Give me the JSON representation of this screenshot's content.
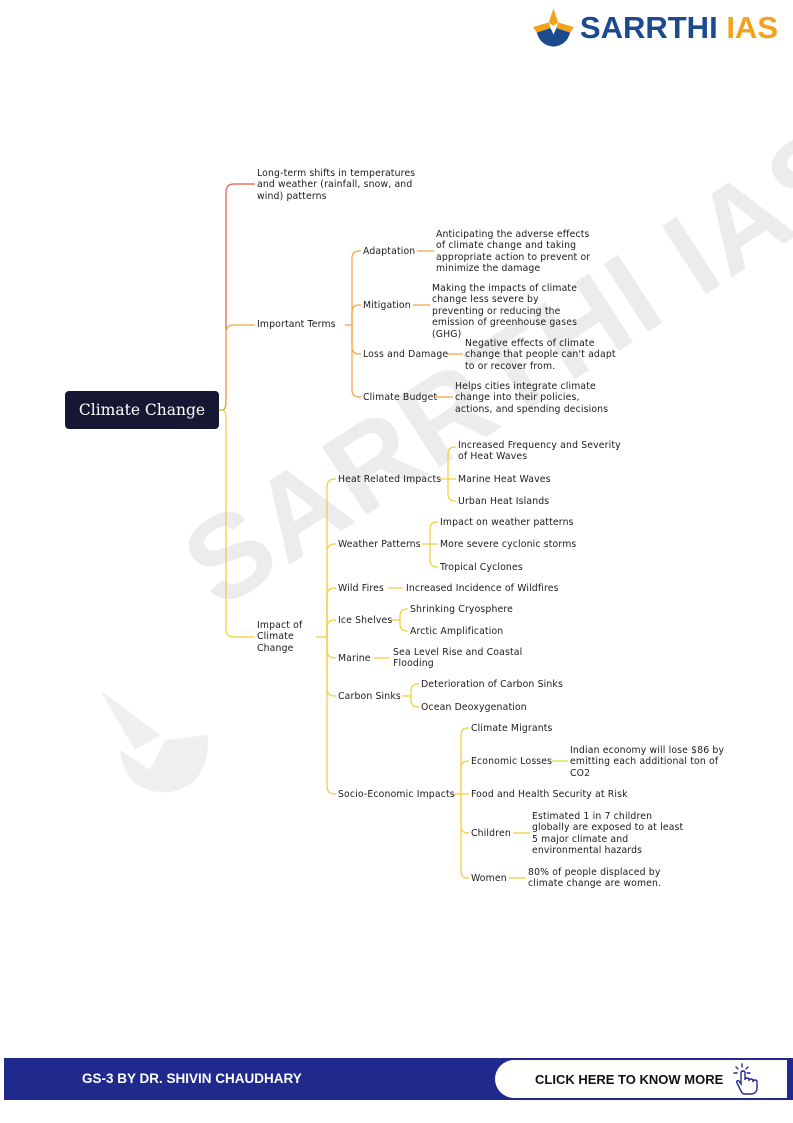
{
  "brand": {
    "word1": "SARRTHI",
    "word2": "IAS",
    "watermark": "SARRTHI IAS"
  },
  "mindmap": {
    "root": "Climate Change",
    "definition": "Long-term shifts in temperatures and weather (rainfall, snow, and wind) patterns",
    "important_terms": {
      "label": "Important Terms",
      "items": [
        {
          "label": "Adaptation",
          "desc": "Anticipating the adverse effects of climate change and taking appropriate action to prevent or minimize the damage"
        },
        {
          "label": "Mitigation",
          "desc": "Making the impacts of climate change less severe by preventing or reducing the emission of greenhouse gases (GHG)"
        },
        {
          "label": "Loss and Damage",
          "desc": "Negative effects of climate change that people can't adapt to or recover from."
        },
        {
          "label": "Climate Budget",
          "desc": "Helps cities integrate climate change into their policies, actions, and spending decisions"
        }
      ]
    },
    "impact": {
      "label": "Impact of Climate Change",
      "heat": {
        "label": "Heat Related Impacts",
        "items": [
          "Increased Frequency and Severity of Heat Waves",
          "Marine Heat Waves",
          "Urban Heat Islands"
        ]
      },
      "weather": {
        "label": "Weather Patterns",
        "items": [
          "Impact on weather patterns",
          "More severe cyclonic storms",
          "Tropical Cyclones"
        ]
      },
      "wildfires": {
        "label": "Wild Fires",
        "item": "Increased Incidence of Wildfires"
      },
      "ice": {
        "label": "Ice Shelves",
        "items": [
          "Shrinking Cryosphere",
          "Arctic Amplification"
        ]
      },
      "marine": {
        "label": "Marine",
        "item": "Sea Level Rise and Coastal Flooding"
      },
      "carbon": {
        "label": "Carbon Sinks",
        "items": [
          "Deterioration of Carbon Sinks",
          "Ocean Deoxygenation"
        ]
      },
      "socio": {
        "label": "Socio-Economic Impacts",
        "migrants": "Climate Migrants",
        "economic": {
          "label": "Economic Losses",
          "desc": "Indian economy will lose $86 by emitting each additional ton of CO2"
        },
        "food": "Food and Health Security at Risk",
        "children": {
          "label": "Children",
          "desc": "Estimated 1 in 7 children globally are exposed to at least 5 major climate and environmental hazards"
        },
        "women": {
          "label": "Women",
          "desc": "80% of people displaced by climate change are women."
        }
      }
    }
  },
  "footer": {
    "left": "GS-3 BY DR. SHIVIN CHAUDHARY",
    "button": "CLICK HERE TO KNOW MORE"
  },
  "colors": {
    "navy": "#161833",
    "brand_blue": "#1c4a8e",
    "brand_gold": "#f3a31a",
    "line_red": "#e25a4a",
    "line_orange": "#f2a33a",
    "line_yellow": "#f2cc3a",
    "footer_bg": "#1f2a8c"
  }
}
